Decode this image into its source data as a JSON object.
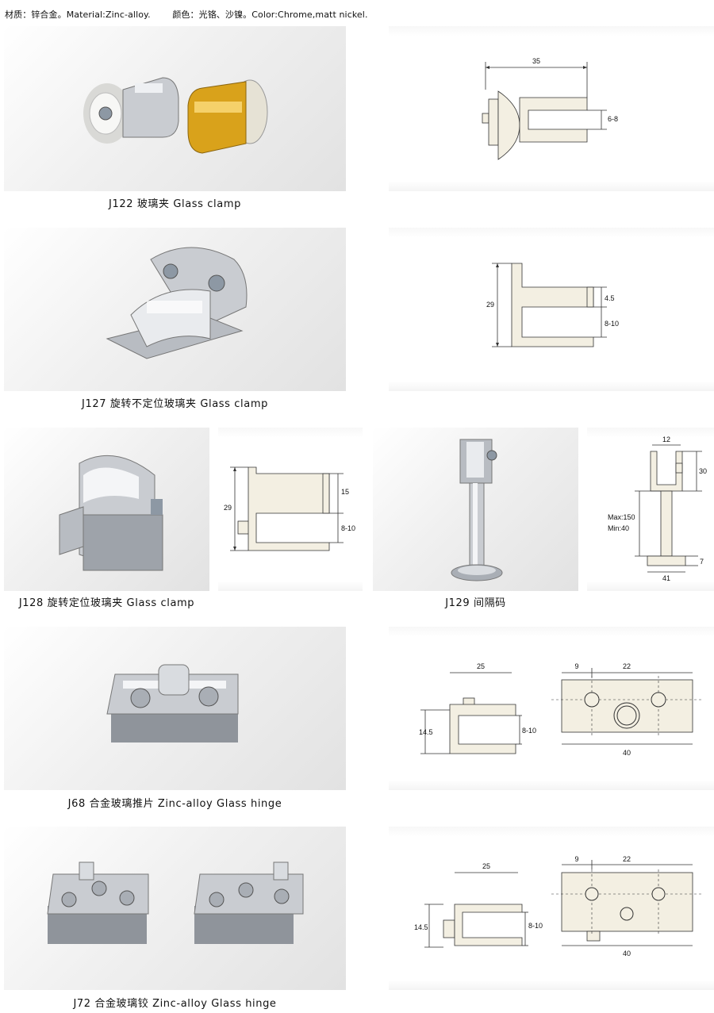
{
  "header": {
    "material": "材质：锌合金。Material:Zinc-alloy.",
    "color": "颜色：光铬、沙镍。Color:Chrome,matt nickel."
  },
  "products": [
    {
      "caption": "J122 玻璃夹  Glass clamp",
      "dims": {
        "width": "35",
        "gap": "6-8"
      }
    },
    {
      "caption": "J127  旋转不定位玻璃夹  Glass clamp",
      "dims": {
        "height": "29",
        "top": "4.5",
        "gap": "8-10"
      }
    },
    {
      "caption": "J128  旋转定位玻璃夹  Glass clamp",
      "dims": {
        "height": "29",
        "top": "15",
        "gap": "8-10"
      }
    },
    {
      "caption": "J129  间隔码",
      "dims": {
        "top_width": "12",
        "clip_height": "30",
        "post_max": "Max:150",
        "post_min": "Min:40",
        "base_height": "7",
        "base_width": "41"
      }
    },
    {
      "caption": "J68  合金玻璃推片  Zinc-alloy Glass hinge",
      "dims": {
        "width": "25",
        "height": "14.5",
        "gap": "8-10",
        "hole_offset": "9",
        "hole_spacing": "22",
        "length": "40"
      }
    },
    {
      "caption": "J72  合金玻璃铰  Zinc-alloy Glass hinge",
      "dims": {
        "width": "25",
        "height": "14.5",
        "gap": "8-10",
        "hole_offset": "9",
        "hole_spacing": "22",
        "length": "40"
      }
    }
  ],
  "colors": {
    "part_fill": "#f3efe2",
    "chrome": "#c9ccd1",
    "gold": "#d9a21b"
  }
}
